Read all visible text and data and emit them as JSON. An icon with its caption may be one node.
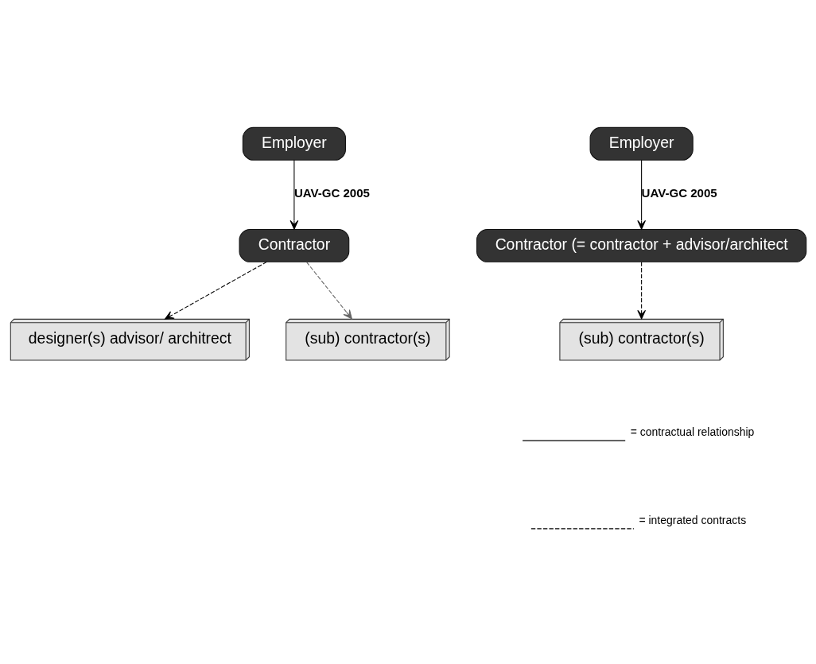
{
  "diagram": {
    "nodes": [
      {
        "text": [
          "Employer"
        ]
      },
      {
        "text": [
          "Contractor"
        ]
      },
      {
        "text": [
          "designer(s) advisor/ architrect"
        ]
      },
      {
        "text": [
          "(sub) contractor(s)"
        ]
      },
      {
        "text": [
          "Employer"
        ]
      },
      {
        "text": [
          "Contractor (= contractor + advisor/architect"
        ]
      },
      {
        "text": [
          "(sub) contractor(s)"
        ]
      }
    ],
    "edges": [
      {
        "from": 0,
        "to": 1,
        "arrow": "to",
        "label": "UAV-GC 2005"
      },
      {
        "from": 1,
        "to": 2,
        "arrow": "to",
        "style": "dashed"
      },
      {
        "from": 1,
        "to": 3,
        "arrow": "to",
        "style": "dashed",
        "color": "#666666"
      },
      {
        "from": 4,
        "to": 5,
        "arrow": "to",
        "label": "UAV-GC 2005"
      },
      {
        "from": 5,
        "to": 6,
        "arrow": "to",
        "style": "dashed"
      }
    ],
    "legend": [
      {
        "text": "= contractual relationship"
      },
      {
        "text": "= integrated contracts"
      }
    ]
  }
}
